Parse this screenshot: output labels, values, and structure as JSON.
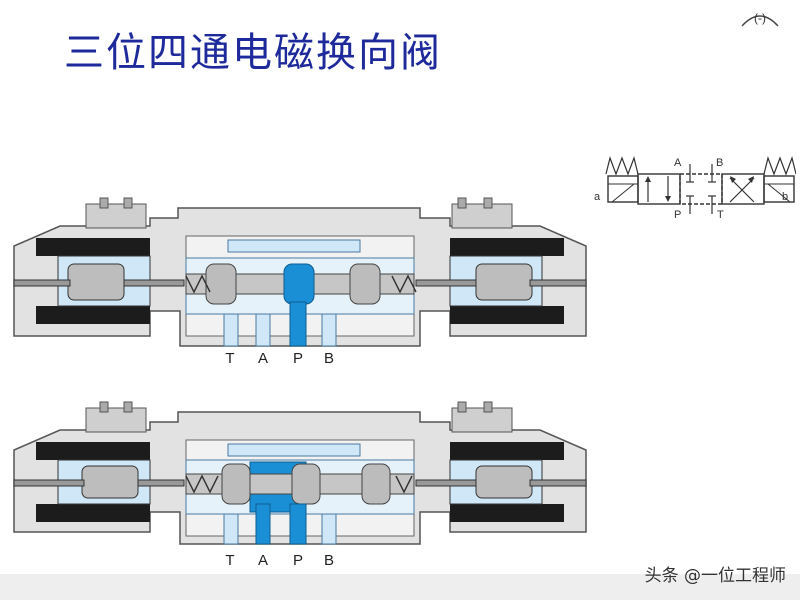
{
  "title": "三位四通电磁换向阀",
  "watermark": "头条 @一位工程师",
  "corner_mark": "(-)",
  "symbol": {
    "port_a_top": "A",
    "port_b_top": "B",
    "port_p": "P",
    "port_t": "T",
    "side_a": "a",
    "side_b": "b"
  },
  "valves": [
    {
      "ports": [
        "T",
        "A",
        "P",
        "B"
      ],
      "state": "neutral"
    },
    {
      "ports": [
        "T",
        "A",
        "P",
        "B"
      ],
      "state": "shifted"
    }
  ],
  "colors": {
    "title": "#1e2a9c",
    "pressure_oil": "#1a8fd6",
    "body": "#d4d4d4",
    "channel": "#cfe7f6",
    "dark": "#1c1c1c"
  }
}
